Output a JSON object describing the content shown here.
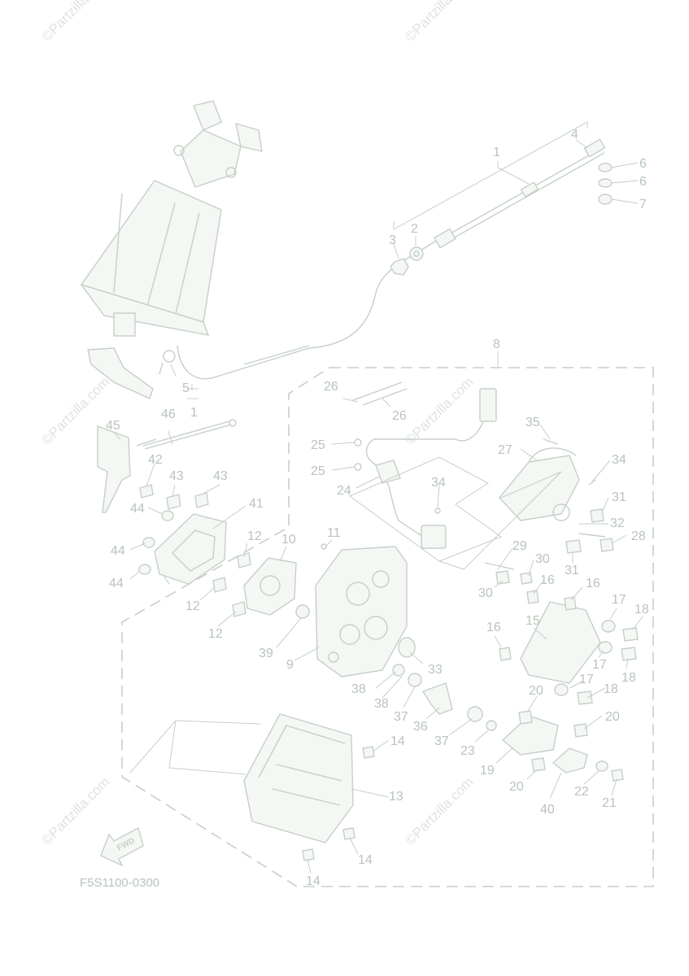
{
  "drawing_code": "F5S1100-0300",
  "fwd_label": "FWD",
  "watermark": "©Partzilla.com",
  "callouts": {
    "p1a": "1",
    "p1b": "1",
    "p2": "2",
    "p3": "3",
    "p4": "4",
    "p5": "5",
    "p6a": "6",
    "p6b": "6",
    "p7": "7",
    "p8": "8",
    "p9": "9",
    "p10": "10",
    "p11": "11",
    "p12a": "12",
    "p12b": "12",
    "p12c": "12",
    "p13": "13",
    "p14a": "14",
    "p14b": "14",
    "p14c": "14",
    "p15": "15",
    "p16a": "16",
    "p16b": "16",
    "p16c": "16",
    "p17a": "17",
    "p17b": "17",
    "p17c": "17",
    "p18a": "18",
    "p18b": "18",
    "p18c": "18",
    "p19": "19",
    "p20a": "20",
    "p20b": "20",
    "p20c": "20",
    "p21": "21",
    "p22": "22",
    "p23": "23",
    "p24": "24",
    "p25a": "25",
    "p25b": "25",
    "p26a": "26",
    "p26b": "26",
    "p27": "27",
    "p28": "28",
    "p29": "29",
    "p30a": "30",
    "p30b": "30",
    "p31a": "31",
    "p31b": "31",
    "p32": "32",
    "p33": "33",
    "p34a": "34",
    "p34b": "34",
    "p35": "35",
    "p36": "36",
    "p37a": "37",
    "p37b": "37",
    "p38a": "38",
    "p38b": "38",
    "p39": "39",
    "p40": "40",
    "p41": "41",
    "p42": "42",
    "p43a": "43",
    "p43b": "43",
    "p44a": "44",
    "p44b": "44",
    "p44c": "44",
    "p45": "45",
    "p46": "46"
  }
}
